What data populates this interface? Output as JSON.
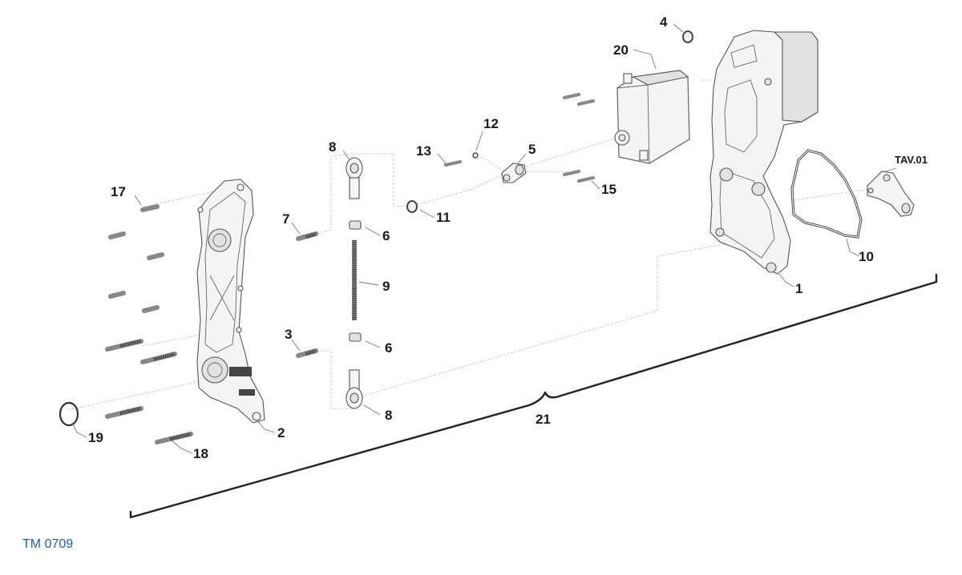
{
  "labels": {
    "p1": "1",
    "p2": "2",
    "p3": "3",
    "p4": "4",
    "p5": "5",
    "p6a": "6",
    "p6b": "6",
    "p7": "7",
    "p8a": "8",
    "p8b": "8",
    "p9": "9",
    "p10": "10",
    "p11": "11",
    "p12": "12",
    "p13": "13",
    "p15": "15",
    "p17": "17",
    "p18": "18",
    "p19": "19",
    "p20": "20",
    "p21": "21",
    "tav": "TAV.01"
  },
  "footer": {
    "code": "TM 0709",
    "code_color": "#1f5fa8"
  }
}
